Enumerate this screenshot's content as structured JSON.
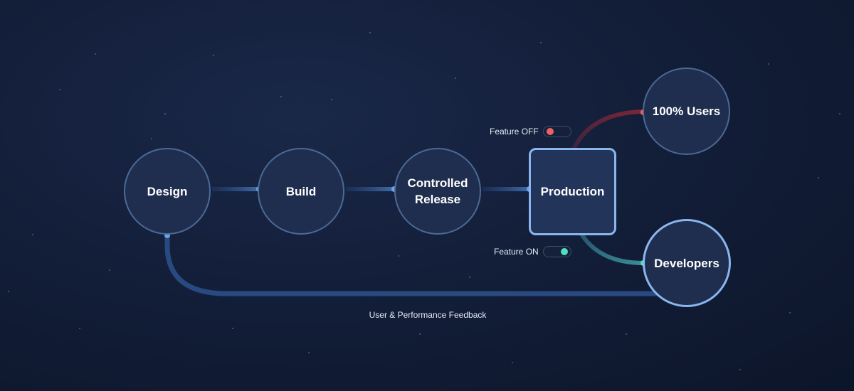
{
  "nodes": {
    "design": "Design",
    "build": "Build",
    "controlled_release": "Controlled\nRelease",
    "production": "Production",
    "users": "100% Users",
    "developers": "Developers"
  },
  "toggles": {
    "feature_off": {
      "label": "Feature OFF",
      "state": "off",
      "color": "#f06161"
    },
    "feature_on": {
      "label": "Feature ON",
      "state": "on",
      "color": "#4fe0bc"
    }
  },
  "feedback_label": "User & Performance Feedback",
  "colors": {
    "background": "#131e39",
    "node_fill": "#1f2e4e",
    "node_border": "#4a6a96",
    "highlight_border": "#8ab6ee",
    "connector": "#2a4a7c",
    "connector_dot": "#6fa3e6",
    "off_path": "#6a2534",
    "on_path": "#2e6a7a"
  }
}
